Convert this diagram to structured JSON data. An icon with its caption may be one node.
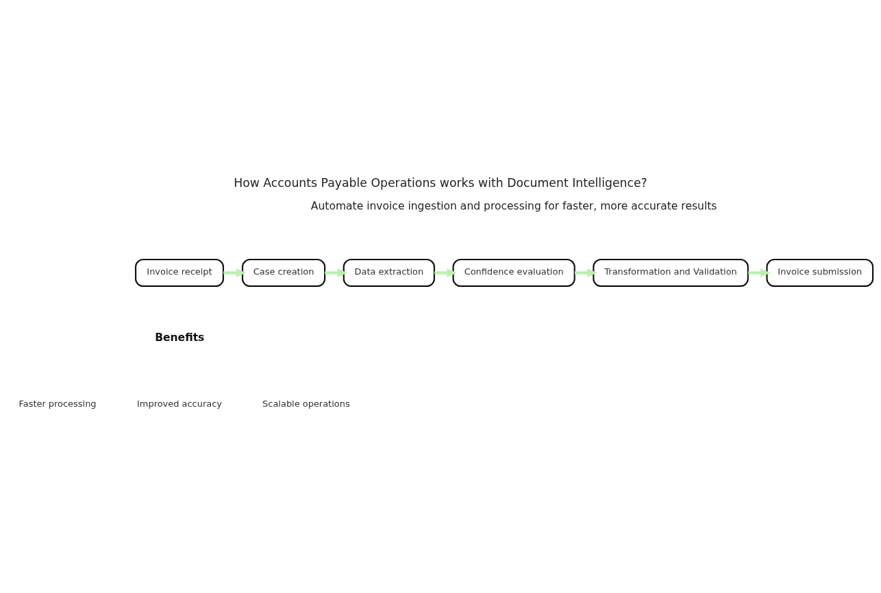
{
  "diagram": {
    "title": "How Accounts Payable Operations works with Document Intelligence?",
    "nodes": [
      {
        "text": [
          "Invoice receipt"
        ]
      },
      {
        "text": [
          "Case creation"
        ]
      },
      {
        "text": [
          "Data extraction"
        ]
      },
      {
        "text": [
          "Confidence evaluation"
        ]
      },
      {
        "text": [
          "Transformation and Validation"
        ]
      },
      {
        "text": [
          "Invoice submission"
        ]
      }
    ],
    "edges": [
      {
        "from": 0,
        "to": 1,
        "arrow": "to"
      },
      {
        "from": 1,
        "to": 2,
        "arrow": "to"
      },
      {
        "from": 2,
        "to": 3,
        "arrow": "to"
      },
      {
        "from": 3,
        "to": 4,
        "arrow": "to"
      },
      {
        "from": 4,
        "to": 5,
        "arrow": "to"
      }
    ],
    "labels": [
      "Automate invoice ingestion and processing for faster, more accurate results",
      "Benefits",
      "Faster processing",
      "Improved accuracy",
      "Scalable operations"
    ]
  }
}
